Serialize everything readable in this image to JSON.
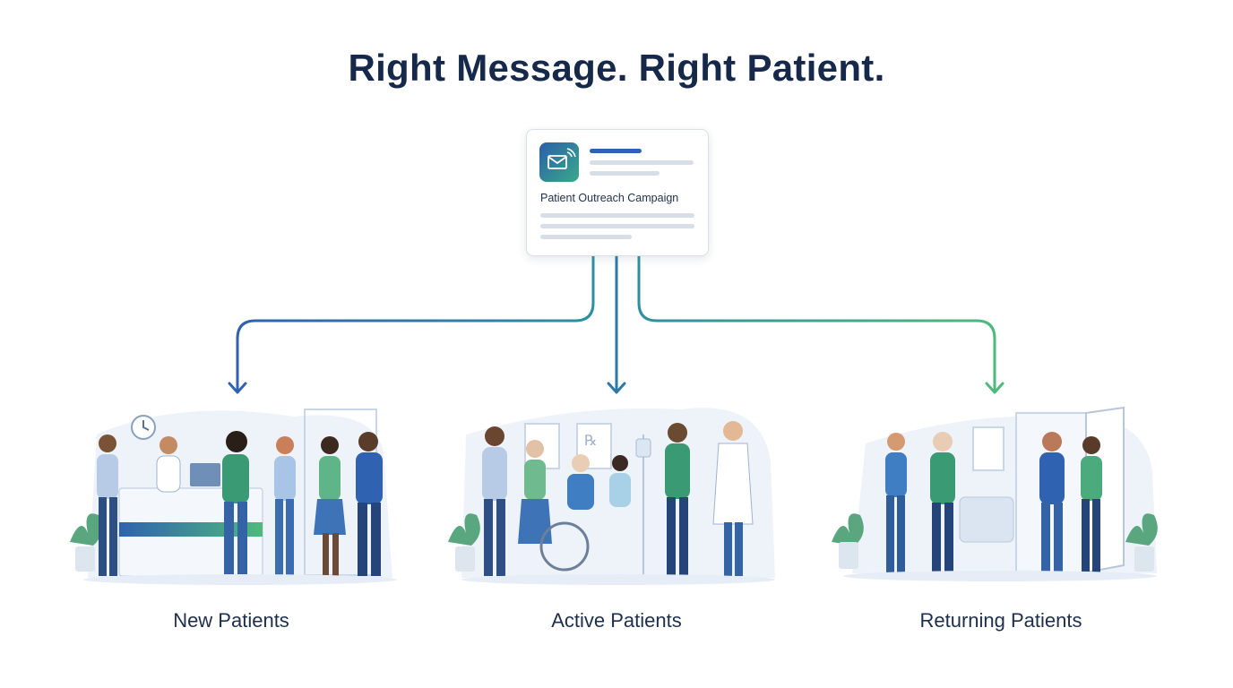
{
  "title": "Right Message. Right Patient.",
  "campaign_card": {
    "name": "Patient Outreach Campaign",
    "icon": "mail-broadcast-icon"
  },
  "segments": [
    {
      "label": "New Patients",
      "illustration": "reception-desk-scene"
    },
    {
      "label": "Active Patients",
      "illustration": "clinic-care-scene"
    },
    {
      "label": "Returning Patients",
      "illustration": "waiting-room-scene"
    }
  ],
  "colors": {
    "title": "#16294a",
    "blue": "#2f62b0",
    "teal": "#2f8fa0",
    "green": "#4dba7c"
  }
}
